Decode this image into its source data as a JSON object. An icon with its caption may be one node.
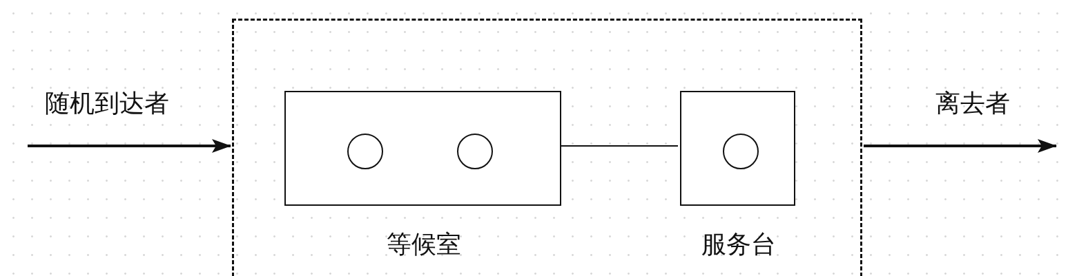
{
  "diagram": {
    "nodes": [
      {
        "text": [],
        "shape": "box"
      },
      {
        "text": [
          "等候室"
        ],
        "in": 0
      },
      {
        "text": [],
        "shape": "circle",
        "in": 1
      },
      {
        "text": [],
        "shape": "circle",
        "in": 1
      },
      {
        "text": [
          "服务台"
        ],
        "in": 0
      },
      {
        "text": [],
        "shape": "circle",
        "in": 4
      }
    ],
    "edges": [
      {
        "from": null,
        "to": 0,
        "arrow": "to",
        "label": "随机到达者"
      },
      {
        "from": 1,
        "to": 4,
        "arrow": "none"
      },
      {
        "from": 0,
        "to": null,
        "arrow": "to",
        "label": "离去者"
      }
    ]
  }
}
